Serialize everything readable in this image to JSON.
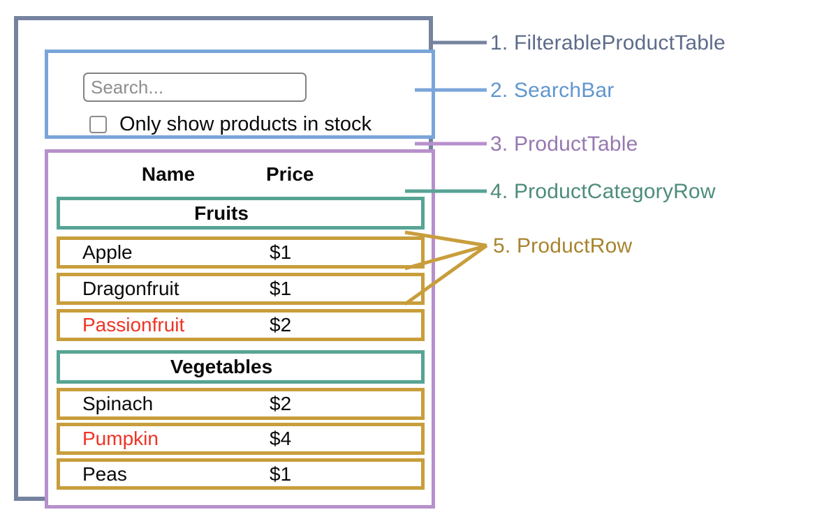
{
  "colors": {
    "slate_border": "#75839F",
    "slate_text": "#5D6B8A",
    "blue_border": "#7AA5DA",
    "blue_text": "#6096CE",
    "purple_border": "#B790CC",
    "purple_text": "#9678B0",
    "teal_border": "#57A494",
    "teal_text": "#4D8C7B",
    "gold_border": "#C89E3C",
    "gold_text": "#A8842E",
    "red_text": "#EE3425"
  },
  "search_bar": {
    "input_placeholder": "Search...",
    "input_value": "",
    "checkbox_label": "Only show products in stock",
    "checkbox_checked": false
  },
  "product_table": {
    "header": {
      "name": "Name",
      "price": "Price"
    },
    "sections": [
      {
        "category": "Fruits",
        "rows": [
          {
            "name": "Apple",
            "price": "$1",
            "highlight": false
          },
          {
            "name": "Dragonfruit",
            "price": "$1",
            "highlight": false
          },
          {
            "name": "Passionfruit",
            "price": "$2",
            "highlight": true
          }
        ]
      },
      {
        "category": "Vegetables",
        "rows": [
          {
            "name": "Spinach",
            "price": "$2",
            "highlight": false
          },
          {
            "name": "Pumpkin",
            "price": "$4",
            "highlight": true
          },
          {
            "name": "Peas",
            "price": "$1",
            "highlight": false
          }
        ]
      }
    ]
  },
  "legend": [
    {
      "label": "1. FilterableProductTable"
    },
    {
      "label": "2. SearchBar"
    },
    {
      "label": "3. ProductTable"
    },
    {
      "label": "4. ProductCategoryRow"
    },
    {
      "label": "5. ProductRow"
    }
  ]
}
